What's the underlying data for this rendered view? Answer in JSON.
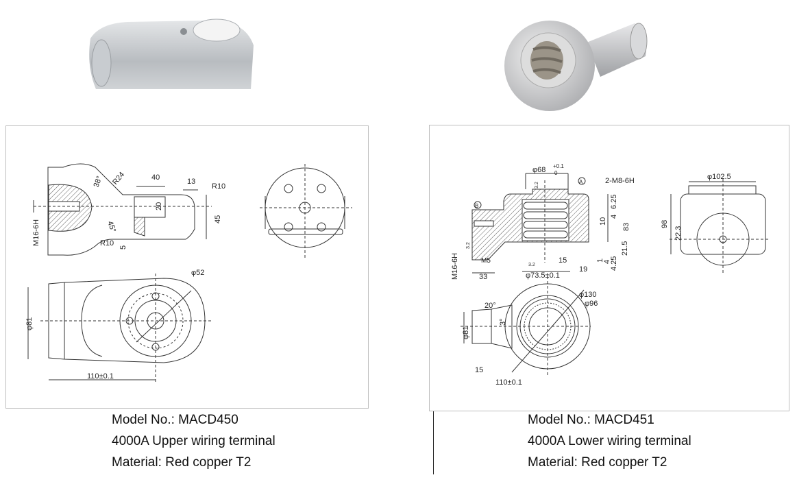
{
  "products": [
    {
      "model": "Model No.: MACD450",
      "description": "4000A Upper wiring terminal",
      "material": "Material: Red copper T2",
      "drawing_labels": {
        "r24": "R24",
        "angle38": "38°",
        "w40": "40",
        "w13": "13",
        "r10a": "R10",
        "h20": "20",
        "h45": "45",
        "thread": "M16-6H",
        "angle45": "45°",
        "r10b": "R10",
        "h5": "5",
        "dia52": "φ52",
        "dia81": "φ81",
        "len110": "110±0.1"
      }
    },
    {
      "model": "Model No.: MACD451",
      "description": "4000A Lower wiring terminal",
      "material": "Material: Red copper T2",
      "drawing_labels": {
        "dia68": "φ68",
        "tol_up": "+0.1",
        "tol_low": "0",
        "datum_a": "A",
        "datum_b": "B",
        "m8": "2-M8-6H",
        "d625": "6.25",
        "d4a": "4",
        "d10": "10",
        "d83": "83",
        "d215": "21.5",
        "d1": "1",
        "d4b": "4",
        "d425": "4.25",
        "d15a": "15",
        "d19": "19",
        "d33": "33",
        "dia735": "φ73.5±0.1",
        "thread": "M16-6H",
        "m5": "M5",
        "rough1": "3.2",
        "rough2": "3.2",
        "rough3": "3.2",
        "dia1025": "φ102.5",
        "d98": "98",
        "d223": "22.3",
        "dia130": "φ130",
        "dia96": "φ96",
        "ang20": "20°",
        "ang3": "3°",
        "dia81": "φ81",
        "d15b": "15",
        "len110": "110±0.1"
      }
    }
  ]
}
